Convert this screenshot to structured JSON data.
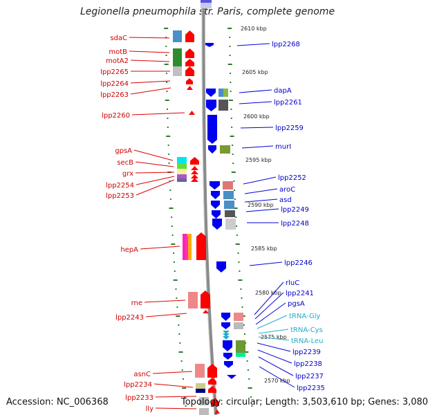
{
  "title": "Legionella pneumophila str. Paris, complete genome",
  "accession": "Accession: NC_006368",
  "topology": "Topology: circular; Length: 3,503,610 bp; Genes: 3,080",
  "kbp_marks": [
    {
      "label": "2610 kbp",
      "pos": 2610
    },
    {
      "label": "2605 kbp",
      "pos": 2605
    },
    {
      "label": "2600 kbp",
      "pos": 2600
    },
    {
      "label": "2595 kbp",
      "pos": 2595
    },
    {
      "label": "2590 kbp",
      "pos": 2590
    },
    {
      "label": "2585 kbp",
      "pos": 2585
    },
    {
      "label": "2580 kbp",
      "pos": 2580
    },
    {
      "label": "2575 kbp",
      "pos": 2575
    },
    {
      "label": "2570 kbp",
      "pos": 2570
    }
  ],
  "genes_left": [
    {
      "name": "sdaC"
    },
    {
      "name": "motB"
    },
    {
      "name": "motA2"
    },
    {
      "name": "lpp2265"
    },
    {
      "name": "lpp2264"
    },
    {
      "name": "lpp2263"
    },
    {
      "name": "lpp2260"
    },
    {
      "name": "gpsA"
    },
    {
      "name": "secB"
    },
    {
      "name": "grx"
    },
    {
      "name": "lpp2254"
    },
    {
      "name": "lpp2253"
    },
    {
      "name": "hepA"
    },
    {
      "name": "rne"
    },
    {
      "name": "lpp2243"
    },
    {
      "name": "asnC"
    },
    {
      "name": "lpp2234"
    },
    {
      "name": "lpp2233"
    },
    {
      "name": "lly"
    }
  ],
  "genes_right": [
    {
      "name": "lpp2268",
      "kind": "gene"
    },
    {
      "name": "dapA",
      "kind": "gene"
    },
    {
      "name": "lpp2261",
      "kind": "gene"
    },
    {
      "name": "lpp2259",
      "kind": "gene"
    },
    {
      "name": "murI",
      "kind": "gene"
    },
    {
      "name": "lpp2252",
      "kind": "gene"
    },
    {
      "name": "aroC",
      "kind": "gene"
    },
    {
      "name": "asd",
      "kind": "gene"
    },
    {
      "name": "lpp2249",
      "kind": "gene"
    },
    {
      "name": "lpp2248",
      "kind": "gene"
    },
    {
      "name": "lpp2246",
      "kind": "gene"
    },
    {
      "name": "rluC",
      "kind": "gene"
    },
    {
      "name": "lpp2241",
      "kind": "gene"
    },
    {
      "name": "pgsA",
      "kind": "gene"
    },
    {
      "name": "tRNA-Gly",
      "kind": "trna"
    },
    {
      "name": "tRNA-Cys",
      "kind": "trna"
    },
    {
      "name": "tRNA-Leu",
      "kind": "trna"
    },
    {
      "name": "lpp2239",
      "kind": "gene"
    },
    {
      "name": "lpp2238",
      "kind": "gene"
    },
    {
      "name": "lpp2237",
      "kind": "gene"
    },
    {
      "name": "lpp2235",
      "kind": "gene"
    }
  ],
  "colors": {
    "forward_strand": "#ff0000",
    "reverse_strand": "#0000ee",
    "trna": "#22aacc",
    "backbone": "#909090",
    "tick": "#2a7a2a"
  }
}
